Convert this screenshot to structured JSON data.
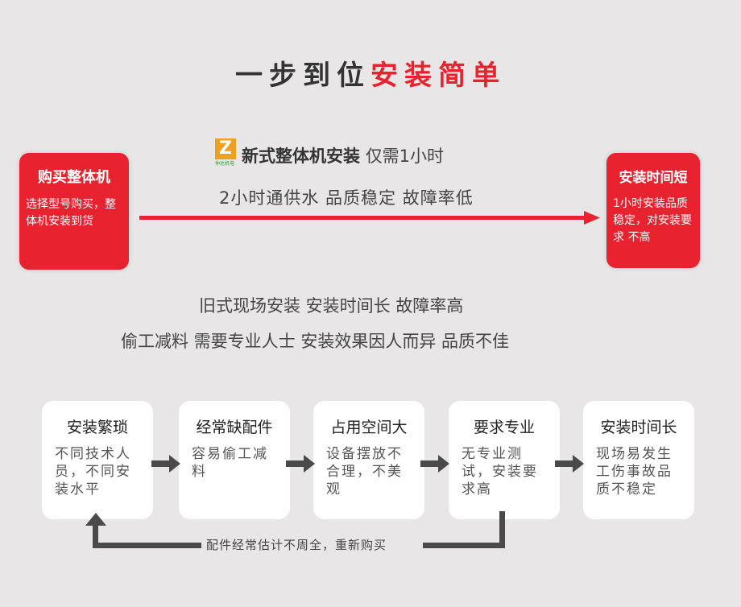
{
  "title": {
    "black": "一步到位",
    "red": "安装简单"
  },
  "logo": {
    "letter": "Z",
    "text": "仲达机电"
  },
  "new_style": {
    "bold": "新式整体机安装",
    "rest": "仅需1小时",
    "line2": "2小时通供水 品质稳定 故障率低"
  },
  "left_box": {
    "heading": "购买整体机",
    "body": "选择型号购买，整体机安装到货"
  },
  "right_box": {
    "heading": "安装时间短",
    "body": "1小时安装品质稳定，对安装要求 不高"
  },
  "old_style": {
    "line1": "旧式现场安装 安装时间长 故障率高",
    "line2": "偷工减料 需要专业人士 安装效果因人而异 品质不佳"
  },
  "steps": [
    {
      "heading": "安装繁琐",
      "body": "不同技术人员，不同安装水平"
    },
    {
      "heading": "经常缺配件",
      "body": "容易偷工减料"
    },
    {
      "heading": "占用空间大",
      "body": "设备摆放不合理，不美观"
    },
    {
      "heading": "要求专业",
      "body": "无专业测试，安装要求高"
    },
    {
      "heading": "安装时间长",
      "body": "现场易发生工伤事故品质不稳定"
    }
  ],
  "loop_text": "配件经常估计不周全，重新购买",
  "colors": {
    "accent": "#e8222f",
    "bg": "#e8e6e7",
    "arrow": "#4a4a4a"
  }
}
